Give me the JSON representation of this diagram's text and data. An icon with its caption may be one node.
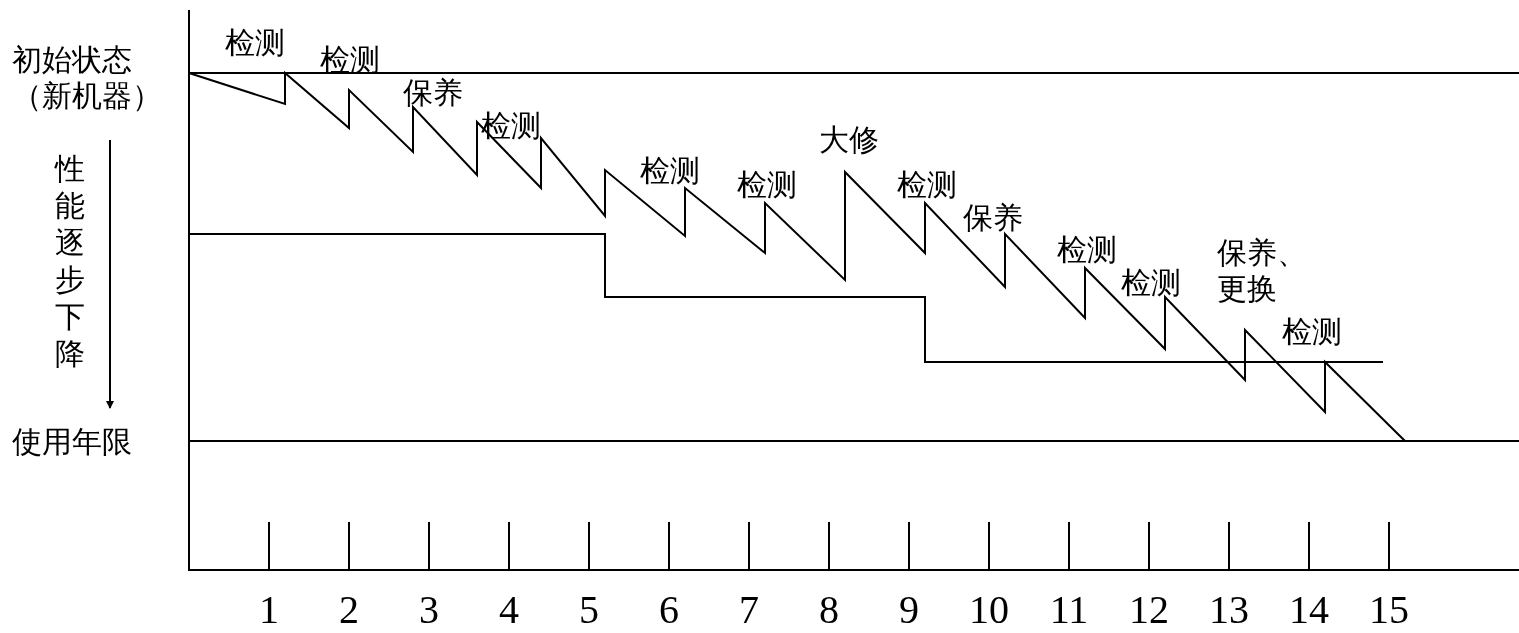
{
  "diagram": {
    "labels": [
      "初始状态（新机器）",
      "性能逐步下降",
      "使用年限",
      "检测",
      "检测",
      "保养",
      "检测",
      "检测",
      "检测",
      "大修",
      "检测",
      "保养",
      "检测",
      "检测",
      "保养、更换",
      "检测",
      "1",
      "2",
      "3",
      "4",
      "5",
      "6",
      "7",
      "8",
      "9",
      "10",
      "11",
      "12",
      "13",
      "14",
      "15"
    ]
  }
}
